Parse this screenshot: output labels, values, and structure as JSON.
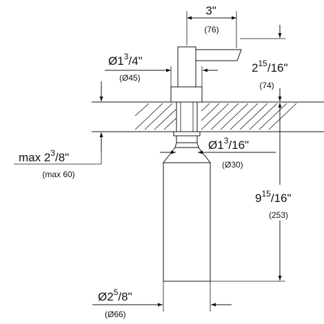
{
  "dimensions": {
    "width_top": {
      "value": "3\"",
      "metric": "(76)"
    },
    "head_diameter": {
      "prefix": "Ø1",
      "num": "3",
      "den": "4\"",
      "metric": "(Ø45)"
    },
    "head_height": {
      "prefix": "2",
      "num": "15",
      "den": "16\"",
      "metric": "(74)"
    },
    "max_thickness": {
      "prefix": "max 2",
      "num": "3",
      "den": "8\"",
      "metric": "(max 60)"
    },
    "shank_diameter": {
      "prefix": "Ø1",
      "num": "3",
      "den": "16\"",
      "metric": "(Ø30)"
    },
    "bottle_length": {
      "prefix": "9",
      "num": "15",
      "den": "16\"",
      "metric": "(253)"
    },
    "bottle_diameter": {
      "prefix": "Ø2",
      "num": "5",
      "den": "8\"",
      "metric": "(Ø66)"
    }
  },
  "colors": {
    "line": "#111111",
    "background": "#ffffff"
  }
}
